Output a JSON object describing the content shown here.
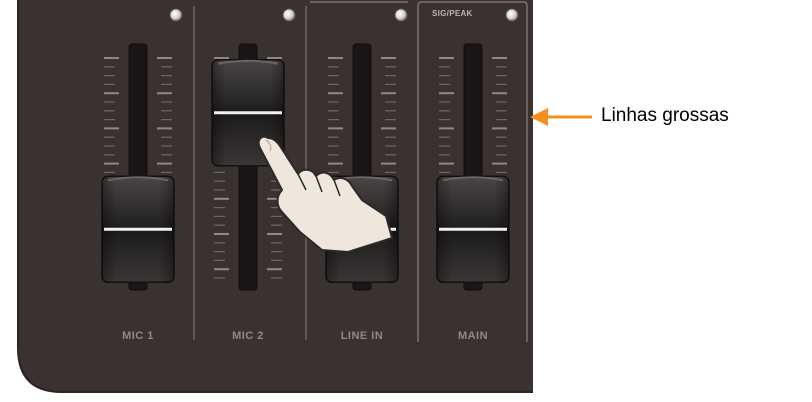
{
  "mixer": {
    "channels": [
      {
        "label": "MIC 1",
        "fader_level": 0.22
      },
      {
        "label": "MIC 2",
        "fader_level": 0.85
      },
      {
        "label": "LINE IN",
        "fader_level": 0.22
      },
      {
        "label": "MAIN",
        "fader_level": 0.22
      }
    ],
    "indicator_label": "SIG/PEAK",
    "panel_color": "#3a3230",
    "cap_color": "#2b2828"
  },
  "annotation": {
    "text": "Linhas grossas",
    "arrow_color": "#f39020"
  },
  "icons": {
    "hand": "pointing-hand-icon",
    "arrow": "arrow-left-icon",
    "led": "led-indicator-icon"
  }
}
